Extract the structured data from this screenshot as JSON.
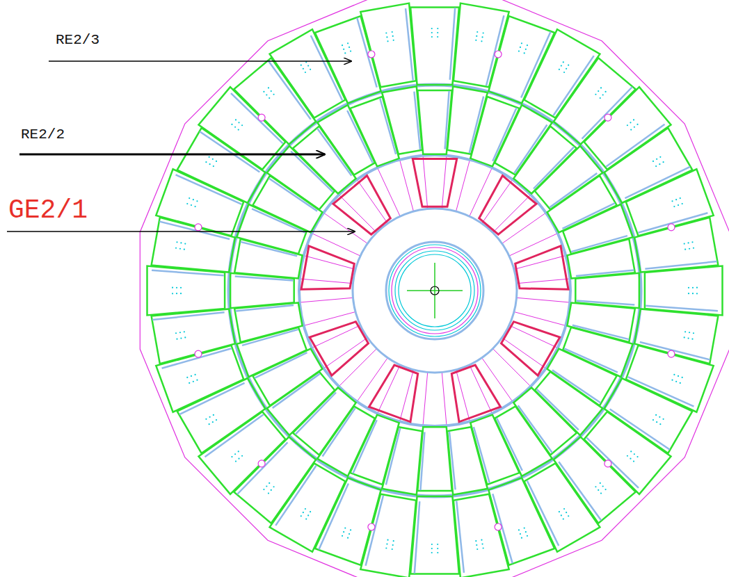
{
  "diagram": {
    "labels": [
      "RE2/3",
      "RE2/2",
      "GE2/1"
    ]
  }
}
